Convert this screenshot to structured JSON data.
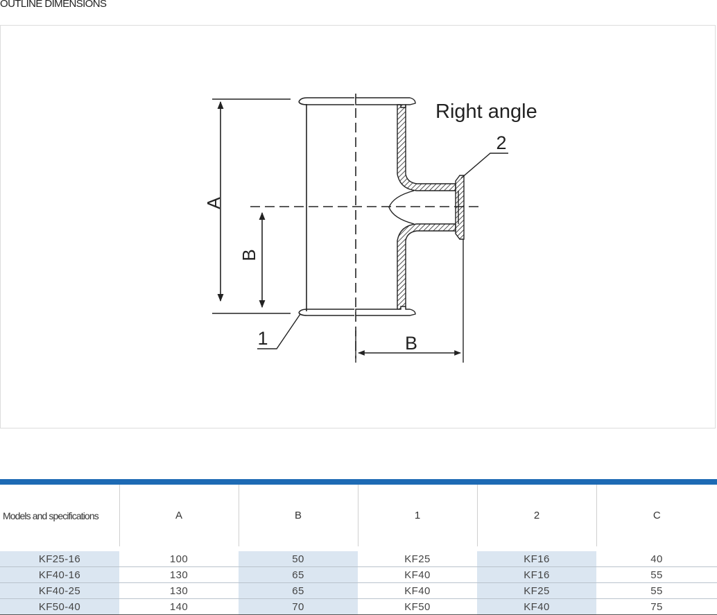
{
  "section_title": "OUTLINE DIMENSIONS",
  "drawing": {
    "caption": "Right angle",
    "label_a": "A",
    "label_b_left": "B",
    "label_b_bottom": "B",
    "label_1": "1",
    "label_2": "2"
  },
  "table": {
    "headers": [
      "Models and specifications",
      "A",
      "B",
      "1",
      "2",
      "C"
    ],
    "rows": [
      [
        "KF25-16",
        "100",
        "50",
        "KF25",
        "KF16",
        "40"
      ],
      [
        "KF40-16",
        "130",
        "65",
        "KF40",
        "KF16",
        "55"
      ],
      [
        "KF40-25",
        "130",
        "65",
        "KF40",
        "KF25",
        "55"
      ],
      [
        "KF50-40",
        "140",
        "70",
        "KF50",
        "KF40",
        "75"
      ]
    ]
  },
  "colors": {
    "accent_bar": "#1d6ab4",
    "shade": "#dbe6f1"
  }
}
